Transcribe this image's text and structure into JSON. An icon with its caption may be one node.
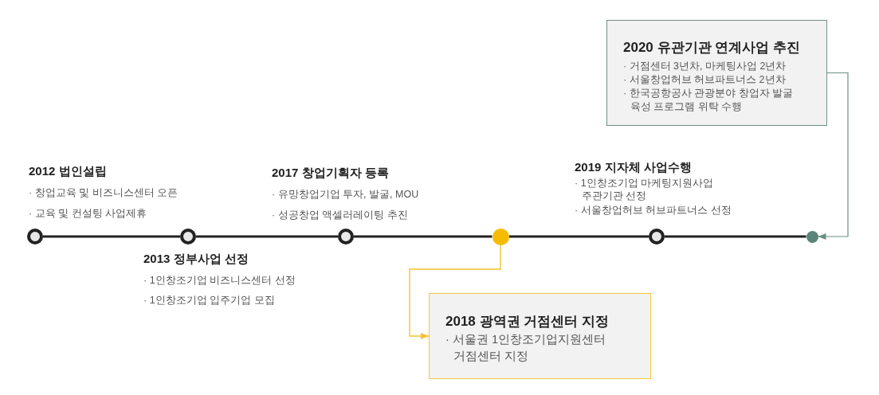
{
  "diagram": {
    "nodes": [
      {
        "text": [],
        "shape": "circle",
        "beside": [
          "2012 법인설립",
          "· 창업교육 및 비즈니스센터 오픈",
          "· 교육 및 컨설팅 사업제휴"
        ]
      },
      {
        "text": [],
        "shape": "circle",
        "beside": [
          "2013 정부사업 선정",
          "· 1인창조기업 비즈니스센터 선정",
          "· 1인창조기업 입주기업 모집"
        ]
      },
      {
        "text": [],
        "shape": "circle",
        "beside": [
          "2017 창업기획자 등록",
          "· 유망창업기업 투자, 발굴, MOU",
          "· 성공창업 액셀러레이팅 추진"
        ]
      },
      {
        "text": [],
        "shape": "circle"
      },
      {
        "text": [
          "2018 광역권 거점센터 지정",
          "· 서울권 1인창조기업지원센터 거점센터 지정"
        ]
      },
      {
        "text": [],
        "shape": "circle",
        "beside": [
          "2019 지자체 사업수행",
          "· 1인창조기업 마케팅지원사업 주관기관 선정",
          "· 서울창업허브 허브파트너스 선정"
        ]
      },
      {
        "text": [],
        "shape": "circle"
      },
      {
        "text": [
          "2020 유관기관 연계사업 추진",
          "· 거점센터 3년차, 마케팅사업 2년차",
          "· 서울창업허브 허브파트너스 2년차",
          "· 한국공항공사 관광분야 창업자 발굴 육성 프로그램 위탁 수행"
        ]
      }
    ],
    "edges": [
      {
        "from": 0,
        "to": 1,
        "arrow": "none"
      },
      {
        "from": 1,
        "to": 2,
        "arrow": "none"
      },
      {
        "from": 2,
        "to": 3,
        "arrow": "none"
      },
      {
        "from": 3,
        "to": 4,
        "arrow": "to",
        "color": "#f4c430"
      },
      {
        "from": 3,
        "to": 5,
        "arrow": "none"
      },
      {
        "from": 5,
        "to": 6,
        "arrow": "none"
      },
      {
        "from": 7,
        "to": 6,
        "arrow": "to",
        "color": "#6b8f84"
      }
    ]
  }
}
